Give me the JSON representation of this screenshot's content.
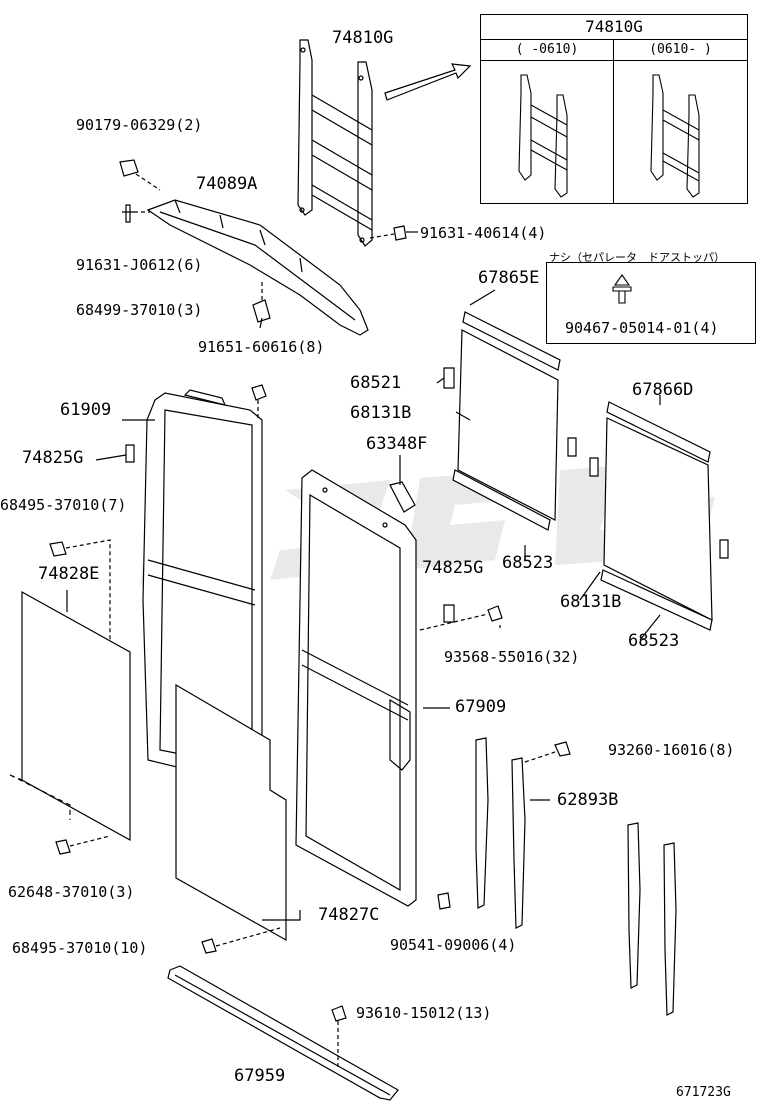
{
  "diagram_id": "671723G",
  "inset": {
    "title": "74810G",
    "col_left": "(     -0610)",
    "col_right": "(0610-     )"
  },
  "note": {
    "text": "ナシ（セパレータ　ドアストッパ）",
    "part": "90467-05014-01(4)"
  },
  "labels": {
    "p74810G": "74810G",
    "p90179": "90179-06329(2)",
    "p74089A": "74089A",
    "p91631j": "91631-J0612(6)",
    "p68499": "68499-37010(3)",
    "p91631_40614": "91631-40614(4)",
    "p67865E": "67865E",
    "p91651": "91651-60616(8)",
    "p68521": "68521",
    "p61909": "61909",
    "p68131B_top": "68131B",
    "p67866D": "67866D",
    "p63348F": "63348F",
    "p74825G_left": "74825G",
    "p68495_7": "68495-37010(7)",
    "p68523_top": "68523",
    "p74828E": "74828E",
    "p74825G_mid": "74825G",
    "p68131B_right": "68131B",
    "p68523_right": "68523",
    "p93568": "93568-55016(32)",
    "p67909": "67909",
    "p93260": "93260-16016(8)",
    "p62893B": "62893B",
    "p62648": "62648-37010(3)",
    "p74827C": "74827C",
    "p68495_10": "68495-37010(10)",
    "p90541": "90541-09006(4)",
    "p93610": "93610-15012(13)",
    "p67959": "67959"
  }
}
